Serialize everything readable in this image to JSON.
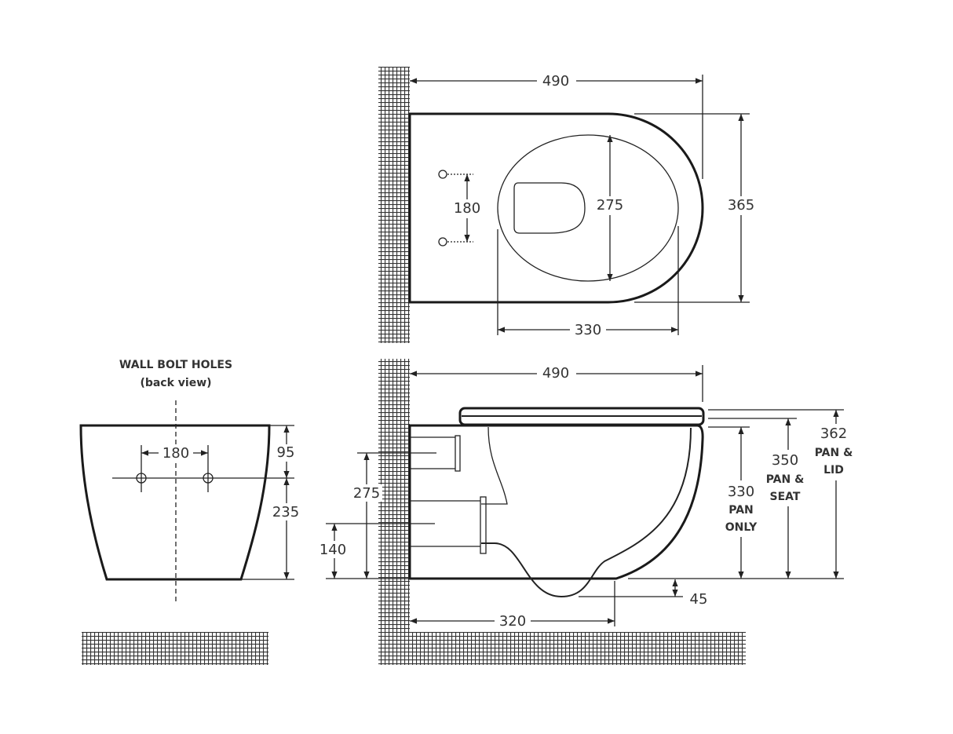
{
  "top_view": {
    "width": "490",
    "depth": "365",
    "bowl_width": "275",
    "bolt_spacing": "180",
    "bowl_length": "330"
  },
  "side_view": {
    "width": "490",
    "pipe_height": "275",
    "bolt_height": "140",
    "projection": "320",
    "trap_drop": "45",
    "pan_only": {
      "value": "330",
      "line1": "PAN",
      "line2": "ONLY"
    },
    "pan_seat": {
      "value": "350",
      "line1": "PAN &",
      "line2": "SEAT"
    },
    "pan_lid": {
      "value": "362",
      "line1": "PAN &",
      "line2": "LID"
    }
  },
  "back_view": {
    "title": "WALL BOLT HOLES",
    "subtitle": "(back view)",
    "bolt_spacing": "180",
    "top_to_bolts": "95",
    "bolts_to_floor": "235"
  }
}
